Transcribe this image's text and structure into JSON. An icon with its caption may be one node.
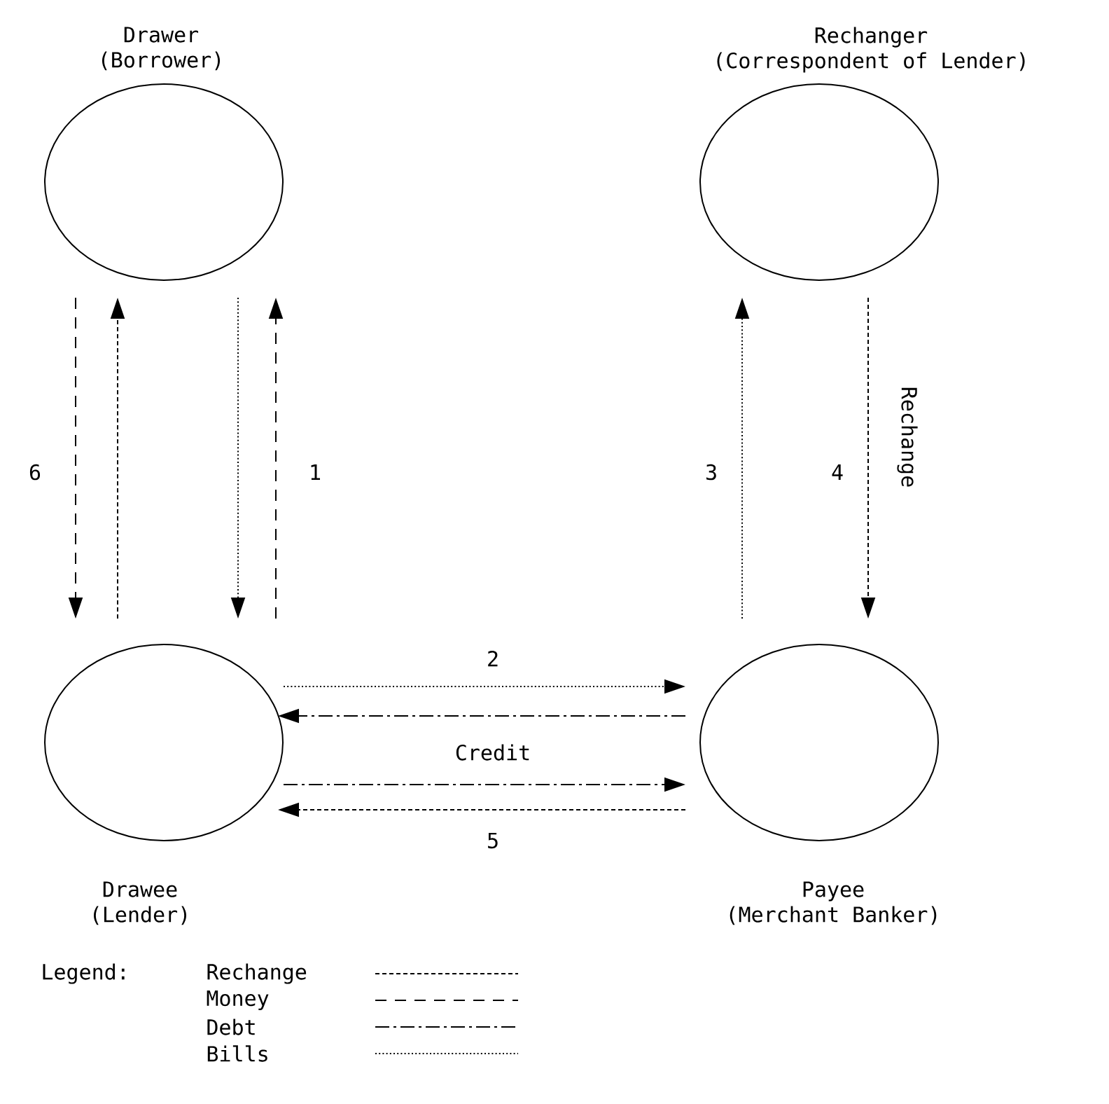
{
  "diagram": {
    "nodes": [
      {
        "text": [
          "Drawer",
          "(Borrower)"
        ]
      },
      {
        "text": [
          "Rechanger",
          "(Correspondent of Lender)"
        ]
      },
      {
        "text": [
          "Drawee",
          "(Lender)"
        ]
      },
      {
        "text": [
          "Payee",
          "(Merchant Banker)"
        ]
      }
    ],
    "edges": [
      {
        "from": 0,
        "to": 2,
        "arrow": "to",
        "style": "dashed",
        "label": "6"
      },
      {
        "from": 2,
        "to": 0,
        "arrow": "to",
        "style": "dashed"
      },
      {
        "from": 0,
        "to": 2,
        "arrow": "to",
        "style": "dashed"
      },
      {
        "from": 2,
        "to": 0,
        "arrow": "to",
        "style": "dashed",
        "label": "1"
      },
      {
        "from": 3,
        "to": 1,
        "arrow": "to",
        "style": "dashed",
        "label": "3"
      },
      {
        "from": 1,
        "to": 3,
        "arrow": "to",
        "style": "dashed",
        "label": "4"
      },
      {
        "from": 2,
        "to": 3,
        "arrow": "to",
        "style": "dashed",
        "label": "2"
      },
      {
        "from": 3,
        "to": 2,
        "arrow": "to",
        "style": "dashed"
      },
      {
        "from": 2,
        "to": 3,
        "arrow": "to",
        "style": "dashed",
        "label": "Credit"
      },
      {
        "from": 3,
        "to": 2,
        "arrow": "to",
        "style": "dashed",
        "label": "5"
      }
    ],
    "labels": [
      "Rechange",
      "Legend:"
    ],
    "legend": [
      {
        "text": "Rechange"
      },
      {
        "text": "Money"
      },
      {
        "text": "Debt"
      },
      {
        "text": "Bills"
      }
    ]
  }
}
